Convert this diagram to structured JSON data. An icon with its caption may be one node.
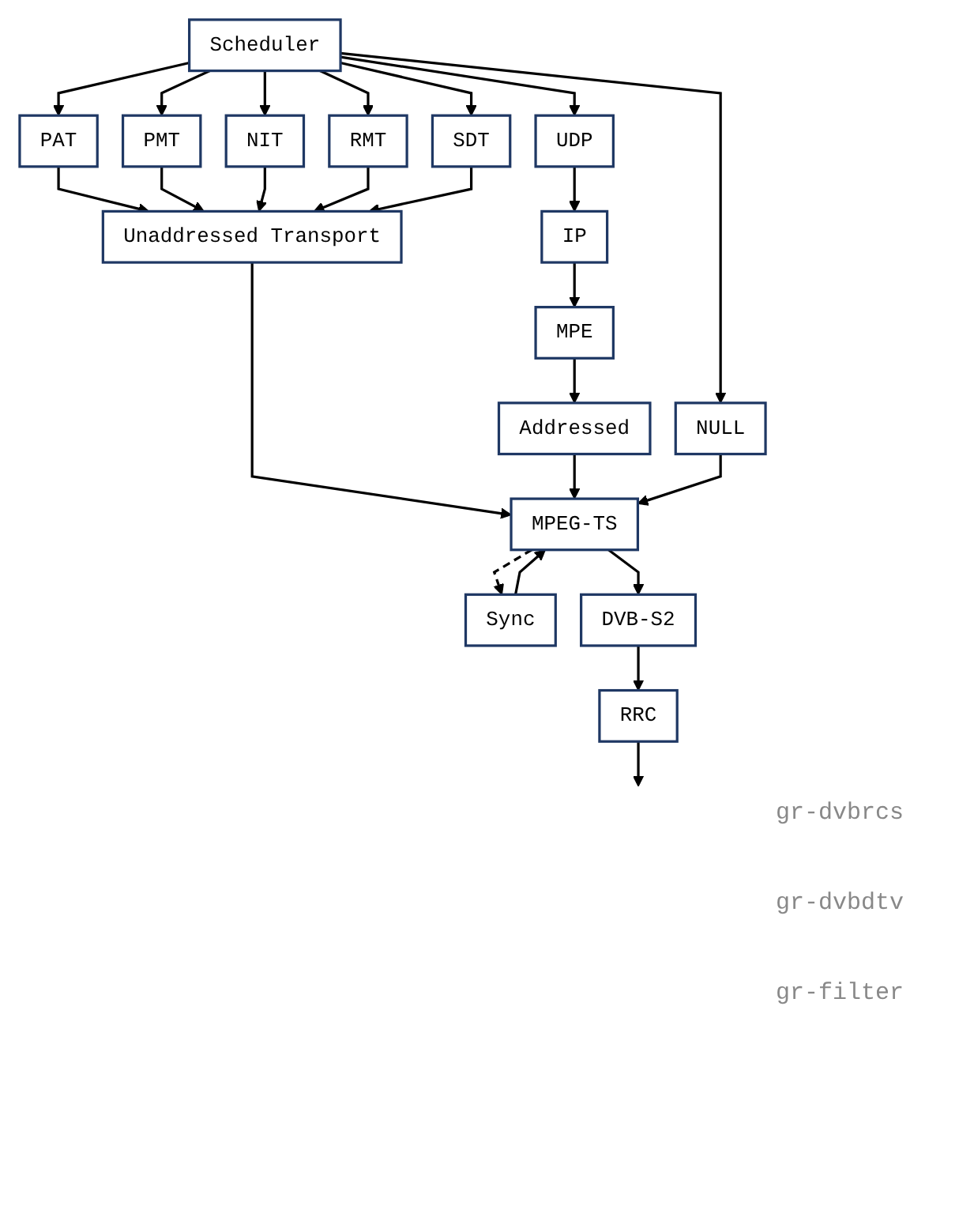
{
  "diagram": {
    "nodes": [
      {
        "text": [
          "Scheduler"
        ]
      },
      {
        "text": [
          "UDP"
        ]
      },
      {
        "text": [
          "IP"
        ]
      },
      {
        "text": [
          "PAT"
        ]
      },
      {
        "text": [
          "PMT"
        ]
      },
      {
        "text": [
          "NIT"
        ]
      },
      {
        "text": [
          "RMT"
        ]
      },
      {
        "text": [
          "SDT"
        ]
      },
      {
        "text": [
          "MPE"
        ]
      },
      {
        "text": [
          "NULL"
        ]
      },
      {
        "text": [
          "Unaddressed Transport"
        ]
      },
      {
        "text": [
          "Addressed"
        ]
      },
      {
        "text": [
          "Sync"
        ]
      },
      {
        "text": [
          "MPEG-TS"
        ]
      },
      {
        "text": [
          "DVB-S2"
        ]
      },
      {
        "text": [
          "RRC"
        ]
      }
    ],
    "edges": [
      {
        "from": 0,
        "to": 3,
        "arrow": "to"
      },
      {
        "from": 0,
        "to": 4,
        "arrow": "to"
      },
      {
        "from": 0,
        "to": 5,
        "arrow": "to"
      },
      {
        "from": 0,
        "to": 6,
        "arrow": "to"
      },
      {
        "from": 0,
        "to": 7,
        "arrow": "to"
      },
      {
        "from": 0,
        "to": 1,
        "arrow": "to"
      },
      {
        "from": 0,
        "to": 9,
        "arrow": "to"
      },
      {
        "from": 1,
        "to": 2,
        "arrow": "to"
      },
      {
        "from": 2,
        "to": 8,
        "arrow": "to"
      },
      {
        "from": 3,
        "to": 10,
        "arrow": "to"
      },
      {
        "from": 4,
        "to": 10,
        "arrow": "to"
      },
      {
        "from": 5,
        "to": 10,
        "arrow": "to"
      },
      {
        "from": 6,
        "to": 10,
        "arrow": "to"
      },
      {
        "from": 7,
        "to": 10,
        "arrow": "to"
      },
      {
        "from": 8,
        "to": 11,
        "arrow": "to"
      },
      {
        "from": 10,
        "to": 13,
        "arrow": "to"
      },
      {
        "from": 11,
        "to": 13,
        "arrow": "to"
      },
      {
        "from": 9,
        "to": 13,
        "arrow": "to"
      },
      {
        "from": 13,
        "to": 12,
        "arrow": "to",
        "style": "dashed"
      },
      {
        "from": 12,
        "to": 13,
        "arrow": "to"
      },
      {
        "from": 13,
        "to": 14,
        "arrow": "to"
      },
      {
        "from": 14,
        "to": 15,
        "arrow": "to"
      },
      {
        "from": 15,
        "to": null,
        "arrow": "to"
      }
    ],
    "labels": [
      "gr-dvbrcs",
      "gr-dvbdtv",
      "gr-filter"
    ]
  }
}
